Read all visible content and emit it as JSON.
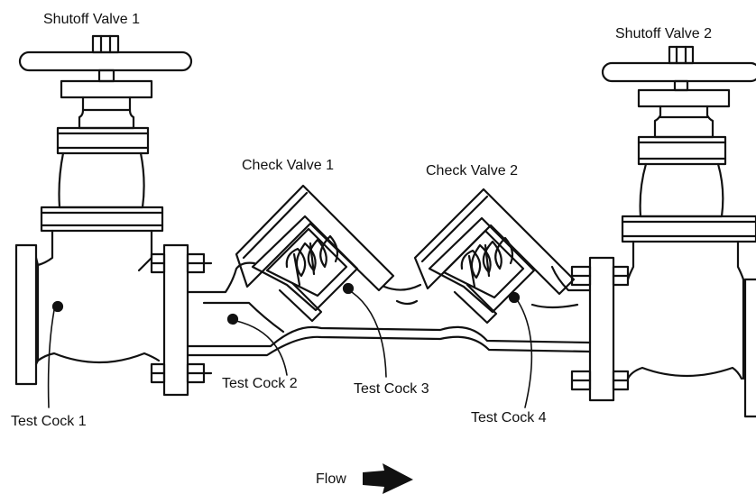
{
  "labels": {
    "shutoff_valve_1": "Shutoff Valve 1",
    "shutoff_valve_2": "Shutoff Valve 2",
    "check_valve_1": "Check Valve 1",
    "check_valve_2": "Check Valve 2",
    "test_cock_1": "Test Cock 1",
    "test_cock_2": "Test Cock 2",
    "test_cock_3": "Test Cock 3",
    "test_cock_4": "Test Cock 4",
    "flow": "Flow"
  },
  "icons": {
    "flow_arrow": "flow-arrow-icon"
  },
  "colors": {
    "ink": "#111111",
    "background": "#ffffff"
  }
}
